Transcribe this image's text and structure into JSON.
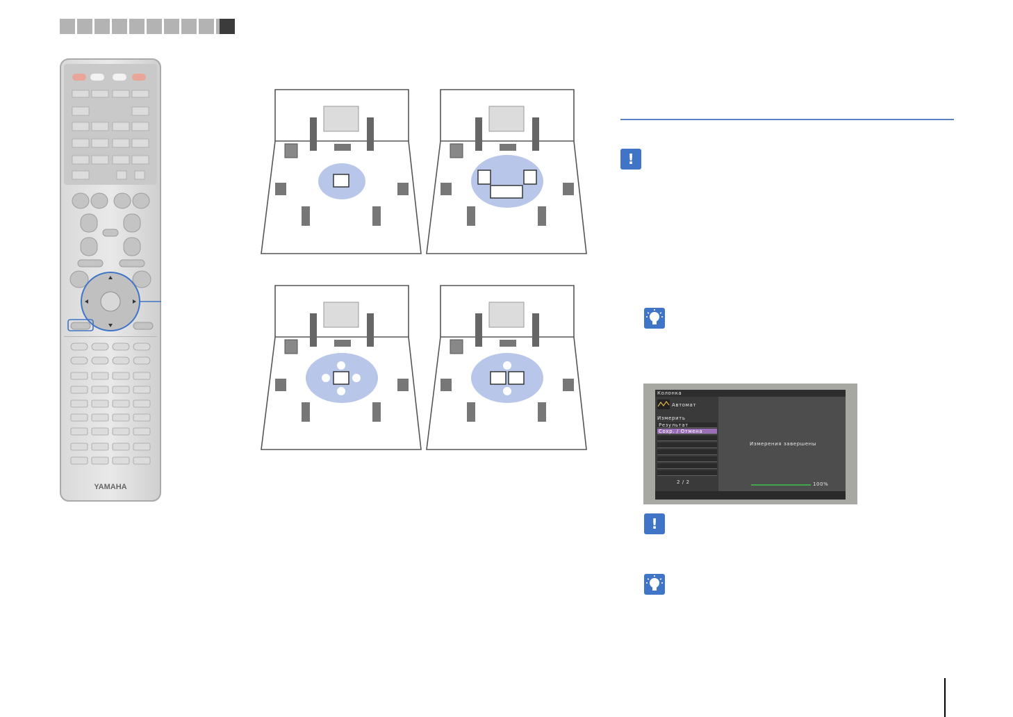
{
  "nav": {
    "box_count": 11,
    "active_index": 10
  },
  "remote": {
    "brand": "YAMAHA"
  },
  "diagrams": [
    {
      "id": "layout-single-seat",
      "listening_positions": 1
    },
    {
      "id": "layout-wide-seating",
      "listening_positions": 3
    },
    {
      "id": "layout-multi-point-single",
      "listening_positions": 1
    },
    {
      "id": "layout-multi-point-double",
      "listening_positions": 2
    }
  ],
  "osd": {
    "title": "Колонка",
    "mode_label": "Автомат",
    "measure_label": "Измерить",
    "menu_items": [
      {
        "label": "Результат",
        "selected": false
      },
      {
        "label": "Сохр. / Отмена",
        "selected": true
      }
    ],
    "page_indicator": "2 / 2",
    "status_message": "Измерения завершены",
    "progress_percent": 100,
    "progress_label": "100%"
  },
  "colors": {
    "accent_blue": "#3f74c6",
    "rule_blue": "#5b82c4",
    "listening_area": "#b8c6ea",
    "osd_progress": "#3ea84a",
    "osd_selected": "#9b6fb8"
  },
  "icons": {
    "alert": "exclamation-icon",
    "tip": "lightbulb-icon"
  }
}
